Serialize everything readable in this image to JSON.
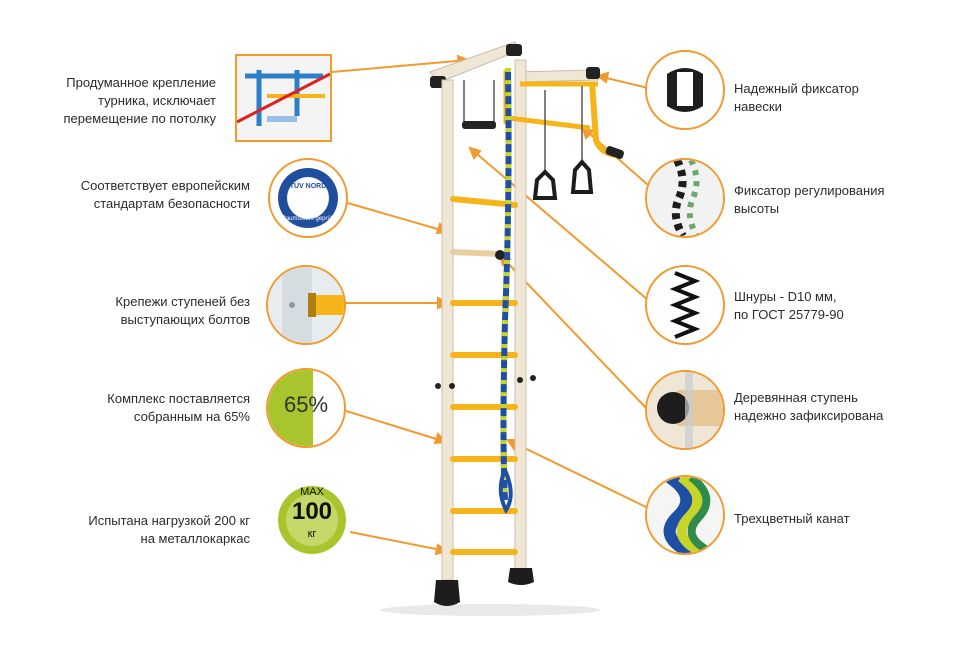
{
  "left_features": [
    {
      "id": "ceiling-mount",
      "text": "Продуманное крепление\nтурника, исключает\nперемещение по потолку"
    },
    {
      "id": "eu-standard",
      "text": "Соответствует европейским\nстандартам безопасности"
    },
    {
      "id": "step-fasteners",
      "text": "Крепежи ступеней без\nвыступающих болтов"
    },
    {
      "id": "assembled",
      "text": "Комплекс поставляется\nсобранным на 65%"
    },
    {
      "id": "load-tested",
      "text": "Испытана нагрузкой 200 кг\nна металлокаркас"
    }
  ],
  "right_features": [
    {
      "id": "hang-lock",
      "text": "Надежный фиксатор\nнавески"
    },
    {
      "id": "height-lock",
      "text": "Фиксатор регулирования\nвысоты"
    },
    {
      "id": "cords",
      "text": "Шнуры -  D10 мм,\nпо ГОСТ 25779-90"
    },
    {
      "id": "wooden-step",
      "text": "Деревянная ступень\nнадежно зафиксирована"
    },
    {
      "id": "rope",
      "text": "Трехцветный канат"
    }
  ],
  "badges": {
    "tuv_title": "TÜV NORD",
    "tuv_ring": "Baumusters geprüft",
    "percent": "65%",
    "max_label": "MAX",
    "max_value": "100",
    "max_unit": "кг"
  },
  "colors": {
    "accent": "#f29a2e",
    "frame": "#efe6d6",
    "rungs": "#f5b51a",
    "tuv_blue": "#1f4e9c",
    "badge_green": "#a9c52e"
  }
}
